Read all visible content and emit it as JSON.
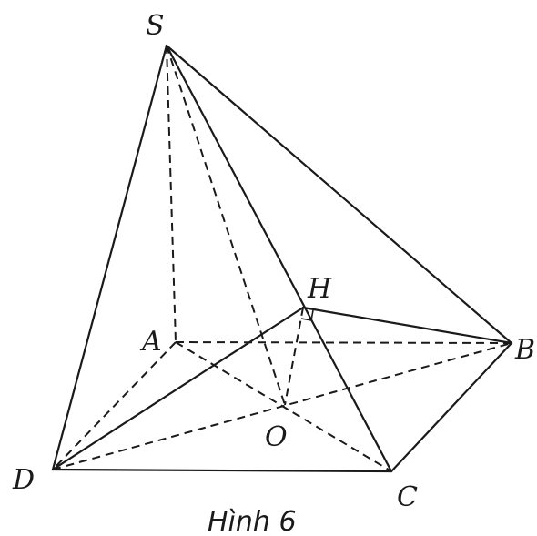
{
  "figure": {
    "caption": "Hình 6",
    "vertices": {
      "S": "S",
      "A": "A",
      "B": "B",
      "C": "C",
      "D": "D",
      "H": "H",
      "O": "O"
    }
  }
}
